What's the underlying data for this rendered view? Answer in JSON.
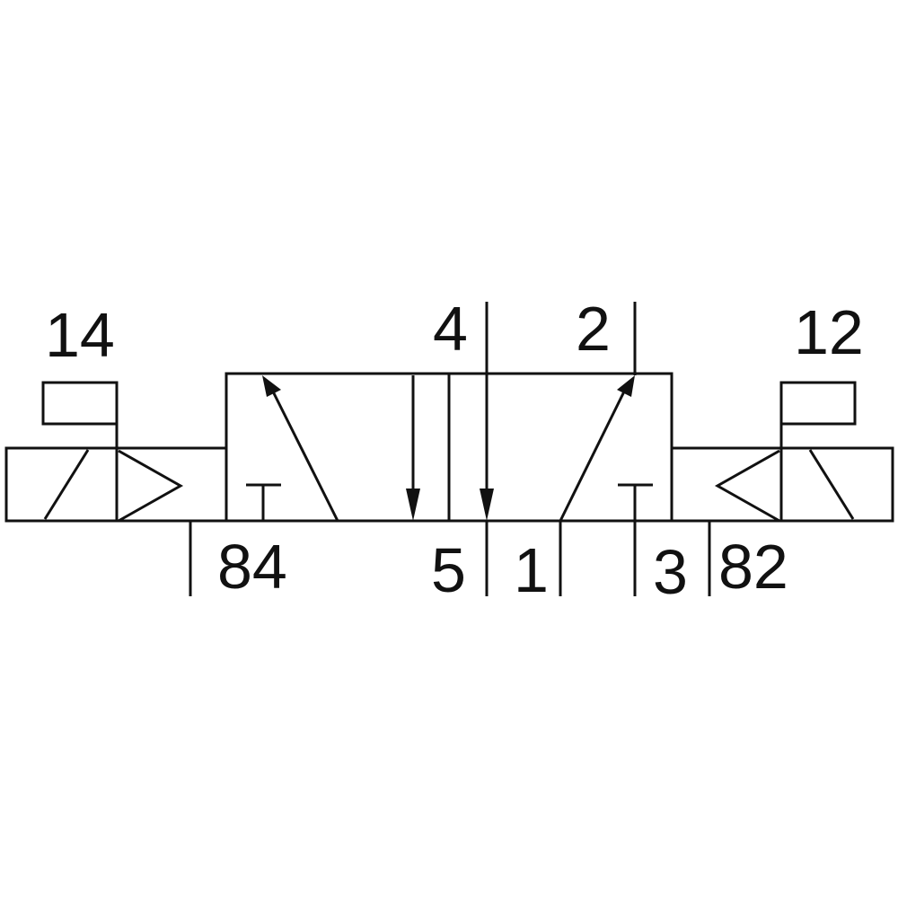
{
  "colors": {
    "background": "#ffffff",
    "line": "#111111"
  },
  "ports": {
    "pilot_14": "14",
    "pilot_12": "12",
    "port_4": "4",
    "port_2": "2",
    "pilot_exhaust_84": "84",
    "exhaust_5": "5",
    "supply_1": "1",
    "exhaust_3": "3",
    "pilot_exhaust_82": "82"
  }
}
